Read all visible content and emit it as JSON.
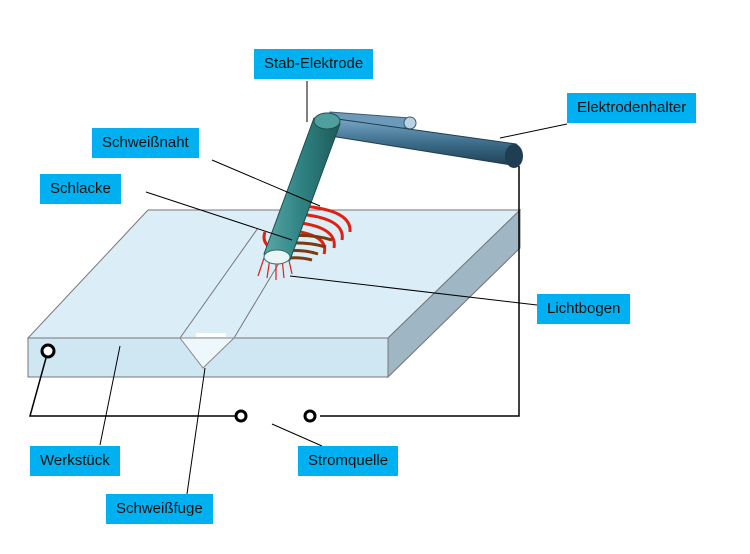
{
  "labels": {
    "stab_elektrode": "Stab-Elektrode",
    "elektrodenhalter": "Elektrodenhalter",
    "schweissnaht": "Schweißnaht",
    "schlacke": "Schlacke",
    "lichtbogen": "Lichtbogen",
    "werkstueck": "Werkstück",
    "stromquelle": "Stromquelle",
    "schweissfuge": "Schweißfuge"
  },
  "colors": {
    "label_bg": "#00b0f0",
    "plate_top": "#dbeef8",
    "plate_front": "#cfe6f3",
    "plate_side": "#9fb6c4",
    "electrode": "#2d8080",
    "holder": "#2d5a70",
    "arc": "#e02010",
    "slag": "#7a3b10"
  }
}
